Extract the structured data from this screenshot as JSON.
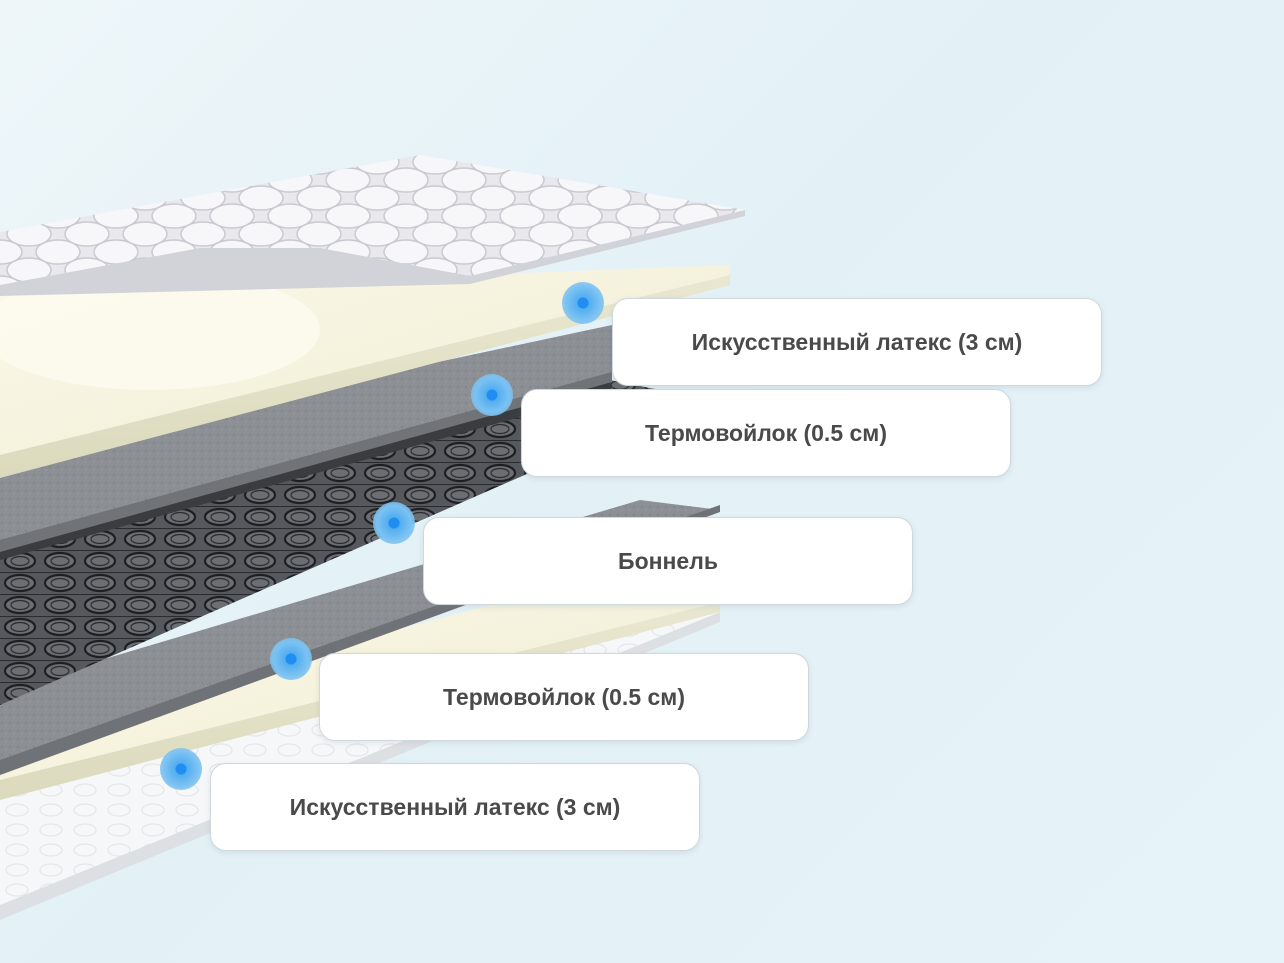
{
  "diagram": {
    "layers": [
      {
        "label": "Искусственный латекс (3 см)"
      },
      {
        "label": "Термовойлок (0.5 см)"
      },
      {
        "label": "Боннель"
      },
      {
        "label": "Термовойлок (0.5 см)"
      },
      {
        "label": "Искусственный латекс (3 см)"
      }
    ],
    "colors": {
      "background": "#e6f3f8",
      "latex": "#f6f3dc",
      "felt": "#8a8d91",
      "springs": "#2b2d30",
      "marker": "#4aa8f0",
      "cover": "#e9e9ec",
      "label_text": "#4a4a4a"
    },
    "icons": [
      "layer-marker-icon"
    ]
  }
}
